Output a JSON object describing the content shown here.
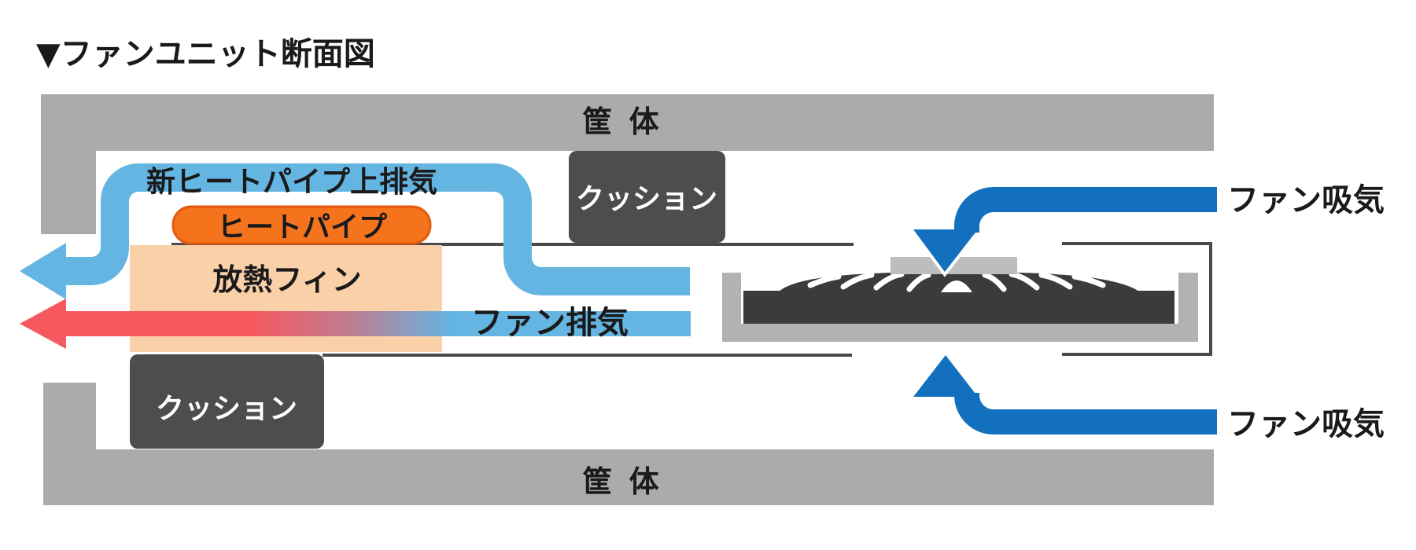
{
  "diagram": {
    "title": "▼ファンユニット断面図",
    "labels": {
      "chassis_top": "筐 体",
      "chassis_bottom": "筐 体",
      "cushion_top": "クッション",
      "cushion_bottom": "クッション",
      "heat_pipe": "ヒートパイプ",
      "heatsink_fin": "放熱フィン",
      "new_heatpipe_top_exhaust": "新ヒートパイプ上排気",
      "fan_exhaust": "ファン排気",
      "fan_intake_top": "ファン吸気",
      "fan_intake_bottom": "ファン吸気"
    },
    "colors": {
      "chassis_gray": "#ABABAB",
      "cushion_dark_gray": "#4D4D4D",
      "heat_pipe_orange": "#F5731D",
      "heat_pipe_border": "#E35A0E",
      "fin_peach": "#FAD0A8",
      "exhaust_light_blue": "#64B5E1",
      "exhaust_red": "#F5595F",
      "intake_blue": "#1270BE",
      "fan_dark": "#3B3B3B",
      "tray_gray": "#B2B2B2",
      "hub_gray": "#BDBDBD",
      "outline_dark": "#4A4A4A",
      "text_black": "#1A1A1A"
    }
  }
}
